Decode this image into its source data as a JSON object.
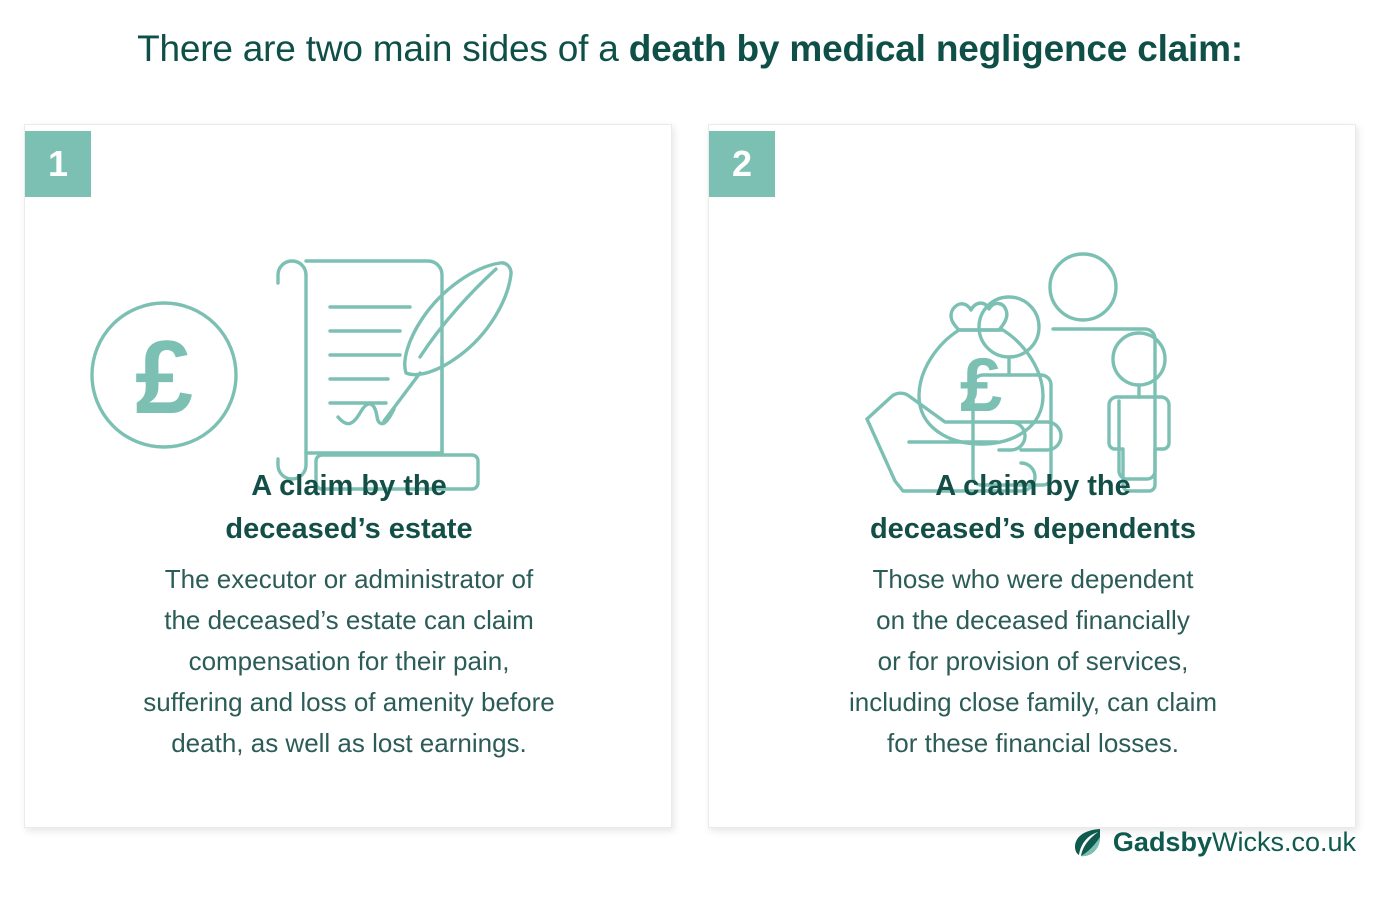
{
  "title": {
    "lead": "There are two main sides of a ",
    "emphasis": "death by medical negligence claim:"
  },
  "colors": {
    "teal": "#7cc0b4",
    "dark_green": "#134f47",
    "body_green": "#2c5c57",
    "background": "#ffffff",
    "card_border": "#e9eaea"
  },
  "cards": [
    {
      "badge": "1",
      "icon_name": "scroll-quill-pound-coin-icon",
      "heading_line1": "A claim by the",
      "heading_line2": "deceased’s estate",
      "body": "The executor or administrator of the deceased’s estate can claim compensation for their pain, suffering and loss of amenity before death, as well as lost earnings.",
      "body_lines": [
        "The executor or administrator of",
        "the deceased’s estate can claim",
        "compensation for their pain,",
        "suffering and loss of amenity before",
        "death, as well as lost earnings."
      ]
    },
    {
      "badge": "2",
      "icon_name": "hand-money-bag-family-icon",
      "heading_line1": "A claim by the",
      "heading_line2": "deceased’s dependents",
      "body": "Those who were dependent on the deceased financially or for provision of services, including close family, can claim for these financial losses.",
      "body_lines": [
        "Those who were dependent",
        "on the deceased financially",
        "or for provision of services,",
        "including close family, can claim",
        "for these financial losses."
      ]
    }
  ],
  "logo": {
    "icon_name": "leaf-icon",
    "brand_bold": "Gadsby",
    "brand_regular": "Wicks.co.uk"
  },
  "icons": {
    "pound_symbol": "£"
  }
}
